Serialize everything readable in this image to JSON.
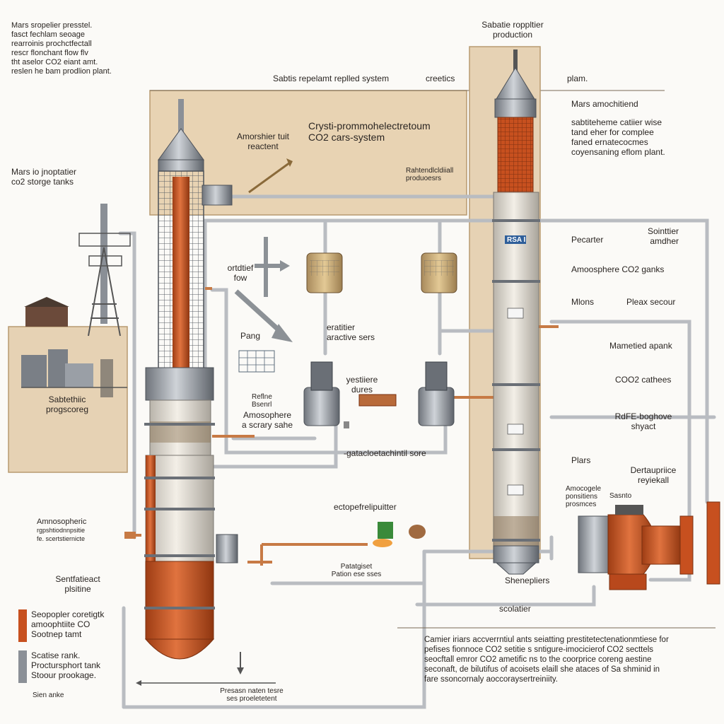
{
  "colors": {
    "copper": "#c7501f",
    "steel": "#8b9097",
    "panel": "#e6d2b4",
    "pipe": "#b9bcc1",
    "tan": "#d9b988",
    "background": "#fbfaf7"
  },
  "intro_lines": [
    "Mars sropelier presstel.",
    "fasct fechlam seoage",
    "rearroinis prochctfectall",
    "rescr flonchant flow flv",
    "tht aselor CO2 eiant amt.",
    "reslen he bam prodlion plant."
  ],
  "labels": {
    "top_title": [
      "Sabatie roppltier",
      "production"
    ],
    "system_header": "Sabtis repelamt replled system",
    "crectics": "creetics",
    "plam": "plam.",
    "amosher_tuit": [
      "Amorshier tuit",
      "reactent"
    ],
    "crysti": [
      "Crysti-prommohelectretoum",
      "CO2 cars-system"
    ],
    "rartend": [
      "Rahtendlcldiiall",
      "produoesrs"
    ],
    "storage_tanks": [
      "Mars io jnoptatier",
      "co2 storge tanks"
    ],
    "orictie_fow": [
      "ortdtief",
      "fow"
    ],
    "sabatiec": [
      "Sabtethiic",
      "progscoreg"
    ],
    "pang": "Pang",
    "reflne": [
      "Reflne",
      "Bsenrl"
    ],
    "amosphere_left": [
      "Amosophere",
      "a scrary sahe"
    ],
    "eratier": [
      "eratitier",
      "aractive sers"
    ],
    "yestiere": [
      "yestiiere",
      "dures"
    ],
    "gatacl": "-gatacloetachintil sore",
    "atmospheric": [
      "Amnosopheric",
      "rgpshtiodnnpsitie",
      "fe. scertstiernicte"
    ],
    "sentfacet": [
      "Sentfatieact",
      "plsitine"
    ],
    "ectoper": "ectopefrelipuitter",
    "patatgiset": [
      "Patatgiset",
      "Pation ese sses"
    ],
    "sheneplers": "Shenepliers",
    "scolatier": "scolatier",
    "pesasn": [
      "Presasn naten tesre",
      "ses proeletetent"
    ],
    "sienanke": "Sien anke"
  },
  "right_labels": {
    "mars_amo": "Mars amochitiend",
    "sabsheme": [
      "sabtiteheme catiier wise",
      "tand eher for complee",
      "faned ernatecocmes",
      "coyensaning eflom plant."
    ],
    "pecarter": "Pecarter",
    "sointier": [
      "Sointtier",
      "amdher"
    ],
    "amosphere_co2": "Amoosphere CO2 ganks",
    "mlons": "Mlons",
    "pleax": "Pleax secour",
    "mametied": "Mametied apank",
    "co2_cathees": "COO2 cathees",
    "rdfe": [
      "RdFE-boghove",
      "shyact"
    ],
    "plars": "Plars",
    "dertaupriece": [
      "Dertaupriice",
      "reyiekall"
    ],
    "amoseople": [
      "Amocogele",
      "ponsitiens",
      "prosmces"
    ],
    "sasto": "Sasnto",
    "reactor_badge": "RSA I"
  },
  "legend": [
    {
      "swatch": "copper",
      "lines": [
        "Seopopler coretigtk",
        "amoophtiite CO",
        "Sootnep tamt"
      ]
    },
    {
      "swatch": "steel",
      "lines": [
        "Scatise rank.",
        "Proctursphort tank",
        "Stoour prookage."
      ]
    }
  ],
  "bottom_note": [
    "Camier iriars accverrntiul ants seiatting prestitetectenationmtiese for",
    "pefises fionnoce CO2 setitie s sntigure-imocicierof CO2 secttels",
    "seocftall emror CO2 ametific ns to the coorprice coreng aestine",
    "seconaft, de bilutifus of acoisets elaill she ataces of Sa shminid in",
    "fare ssoncornaly aoccoraysertreiniity."
  ]
}
